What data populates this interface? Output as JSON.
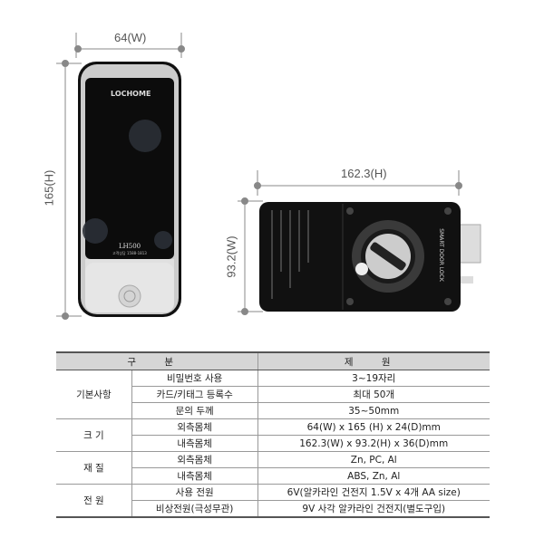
{
  "outer_unit": {
    "width_label": "64(W)",
    "height_label": "165(H)",
    "logo": "LOCHOME",
    "model": "LH500",
    "phone": "고객상담 1588-1813"
  },
  "inner_unit": {
    "width_label": "162.3(H)",
    "height_label": "93.2(W)",
    "side_text": "SMART DOOR LOCK"
  },
  "table": {
    "headers": [
      "구 분",
      "제 원"
    ],
    "groups": [
      {
        "category": "기본사항",
        "rows": [
          {
            "item": "비밀번호 사용",
            "spec": "3~19자리"
          },
          {
            "item": "카드/키태그 등록수",
            "spec": "최대 50개"
          },
          {
            "item": "문의 두께",
            "spec": "35~50mm"
          }
        ]
      },
      {
        "category": "크 기",
        "rows": [
          {
            "item": "외측몸체",
            "spec": "64(W) x 165 (H) x 24(D)mm"
          },
          {
            "item": "내측몸체",
            "spec": "162.3(W) x 93.2(H) x 36(D)mm"
          }
        ]
      },
      {
        "category": "재 질",
        "rows": [
          {
            "item": "외측몸체",
            "spec": "Zn, PC, Al"
          },
          {
            "item": "내측몸체",
            "spec": "ABS, Zn, Al"
          }
        ]
      },
      {
        "category": "전 원",
        "rows": [
          {
            "item": "사용 전원",
            "spec": "6V(알카라인 건전지 1.5V  x 4개 AA size)"
          },
          {
            "item": "비상전원(극성무관)",
            "spec": "9V 사각 알카라인 건전지(별도구입)"
          }
        ]
      }
    ]
  }
}
